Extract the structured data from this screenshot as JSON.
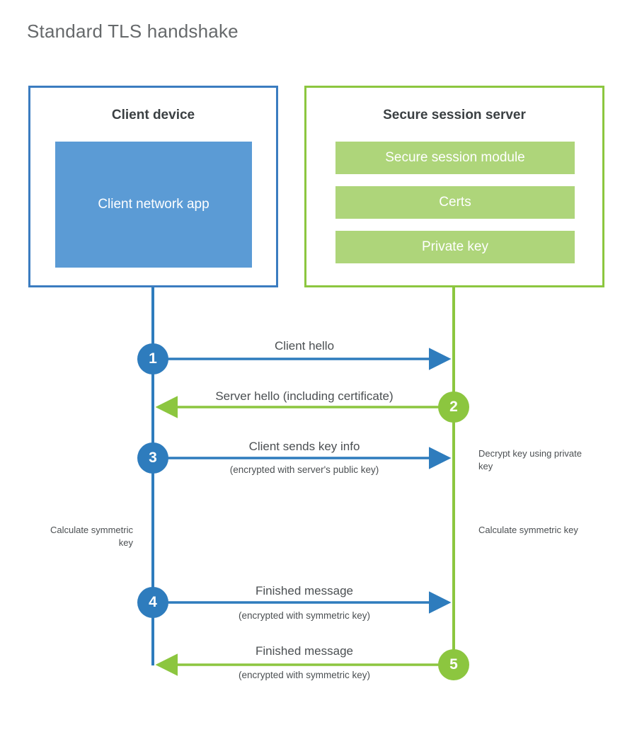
{
  "title": "Standard TLS handshake",
  "colors": {
    "client_border": "#3b7cc0",
    "client_fill": "#5b9bd5",
    "client_accent": "#2e7cbd",
    "server_border": "#8cc63f",
    "server_fill": "#aed57a",
    "server_accent": "#8cc63f",
    "text": "#4b4f52",
    "title_text": "#66696b",
    "background": "#ffffff"
  },
  "client": {
    "title": "Client device",
    "app_label": "Client network app"
  },
  "server": {
    "title": "Secure session server",
    "blocks": [
      {
        "label": "Secure session module"
      },
      {
        "label": "Certs"
      },
      {
        "label": "Private key"
      }
    ]
  },
  "steps": [
    {
      "number": "1",
      "label": "Client hello",
      "sublabel": "",
      "direction": "client-to-server",
      "origin": "client"
    },
    {
      "number": "2",
      "label": "Server hello (including certificate)",
      "sublabel": "",
      "direction": "server-to-client",
      "origin": "server"
    },
    {
      "number": "3",
      "label": "Client sends key info",
      "sublabel": "(encrypted with server's public key)",
      "direction": "client-to-server",
      "origin": "client"
    },
    {
      "number": "4",
      "label": "Finished message",
      "sublabel": "(encrypted with symmetric key)",
      "direction": "client-to-server",
      "origin": "client"
    },
    {
      "number": "5",
      "label": "Finished message",
      "sublabel": "(encrypted with symmetric key)",
      "direction": "server-to-client",
      "origin": "server"
    }
  ],
  "notes": {
    "decrypt": "Decrypt key using private key",
    "calculate_client": "Calculate symmetric key",
    "calculate_server": "Calculate symmetric key"
  }
}
